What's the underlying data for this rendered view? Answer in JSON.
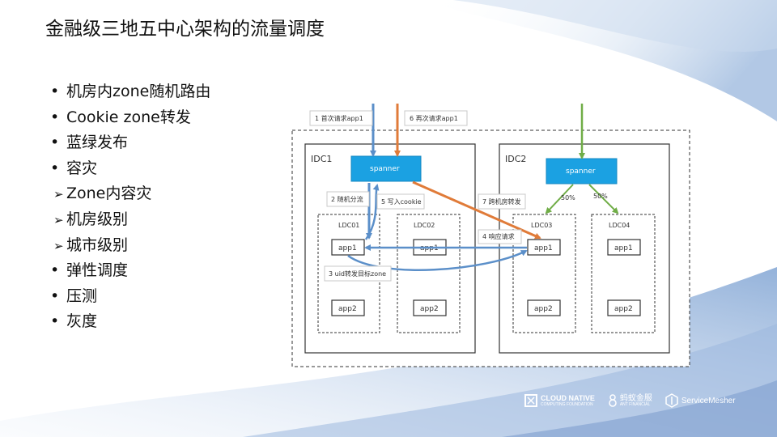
{
  "slide": {
    "title": "金融级三地五中心架构的流量调度",
    "bullets": [
      {
        "marker": "•",
        "text": "机房内zone随机路由",
        "sub": false
      },
      {
        "marker": "•",
        "text": "Cookie zone转发",
        "sub": false
      },
      {
        "marker": "•",
        "text": "蓝绿发布",
        "sub": false
      },
      {
        "marker": "•",
        "text": "容灾",
        "sub": false
      },
      {
        "marker": "➢",
        "text": "Zone内容灾",
        "sub": true
      },
      {
        "marker": "➢",
        "text": "机房级别",
        "sub": true
      },
      {
        "marker": "➢",
        "text": "城市级别",
        "sub": true
      },
      {
        "marker": "•",
        "text": "弹性调度",
        "sub": false
      },
      {
        "marker": "•",
        "text": "压测",
        "sub": false
      },
      {
        "marker": "•",
        "text": "灰度",
        "sub": false
      }
    ]
  },
  "diagram": {
    "idc1": "IDC1",
    "idc2": "IDC2",
    "spanner1": "spanner",
    "spanner2": "spanner",
    "ldc01": "LDC01",
    "ldc02": "LDC02",
    "ldc03": "LDC03",
    "ldc04": "LDC04",
    "app1": "app1",
    "app2": "app2",
    "step1": "1 首次请求app1",
    "step2": "2 随机分流",
    "step3": "3 uid转发目标zone",
    "step4": "4 响应请求",
    "step5": "5 写入cookie",
    "step6": "6 再次请求app1",
    "step7": "7 跨机房转发",
    "split_left": "50%",
    "split_right": "50%"
  },
  "logos": {
    "cncf_line1": "CLOUD NATIVE",
    "cncf_line2": "COMPUTING FOUNDATION",
    "ant_name": "蚂蚁金服",
    "ant_sub": "ANT FINANCIAL",
    "servicemesher": "ServiceMesher"
  },
  "colors": {
    "blue_arrow": "#5b8fc9",
    "orange_arrow": "#e07b39",
    "green_arrow": "#70ad47",
    "spanner_fill": "#1ba1e2"
  }
}
